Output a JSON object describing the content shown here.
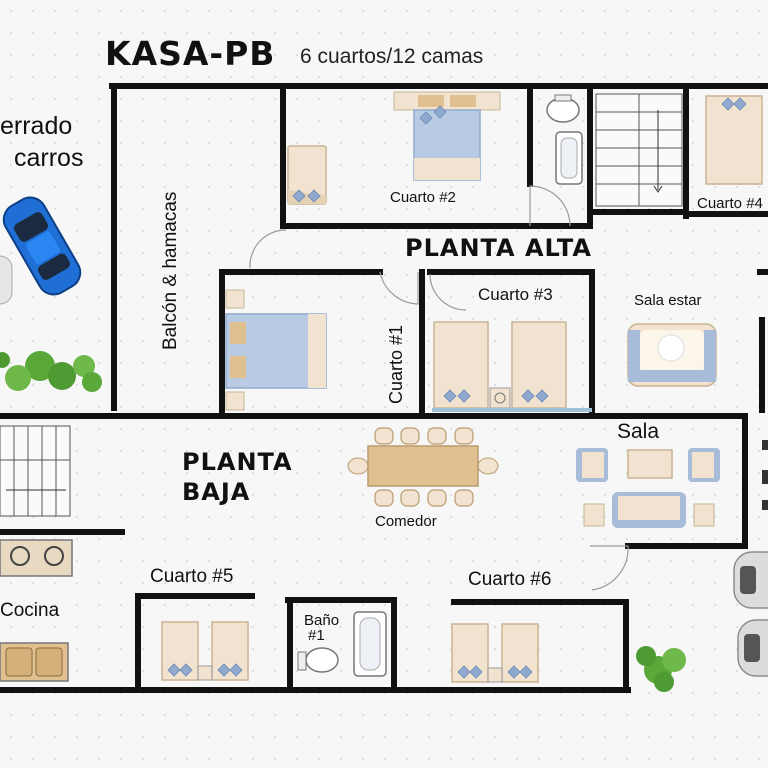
{
  "header": {
    "title": "KASA-PB",
    "subtitle": "6 cuartos/12 camas"
  },
  "parking_label": [
    "errado",
    "carros"
  ],
  "floors": {
    "upper": "PLANTA  ALTA",
    "lower": [
      "PLANTA",
      "BAJA"
    ]
  },
  "rooms": {
    "balcony": "Balcón & hamacas",
    "cuarto1": "Cuarto #1",
    "cuarto2": "Cuarto #2",
    "cuarto3": "Cuarto #3",
    "cuarto4": "Cuarto #4",
    "sala_estar": "Sala estar",
    "sala": "Sala",
    "comedor": "Comedor",
    "cuarto5": "Cuarto #5",
    "cuarto6": "Cuarto #6",
    "cocina": "Cocina",
    "bano": [
      "Baño",
      "#1"
    ]
  },
  "colors": {
    "wall": "#111111",
    "bed_frame": "#f1e3cf",
    "bed_blue": "#b9cbe3",
    "pillow_blue": "#8fa9cf",
    "sofa_blue": "#a7bcd9",
    "table": "#e0c08e",
    "car_blue": "#1f6fd6",
    "plant": "#5aa83a"
  }
}
